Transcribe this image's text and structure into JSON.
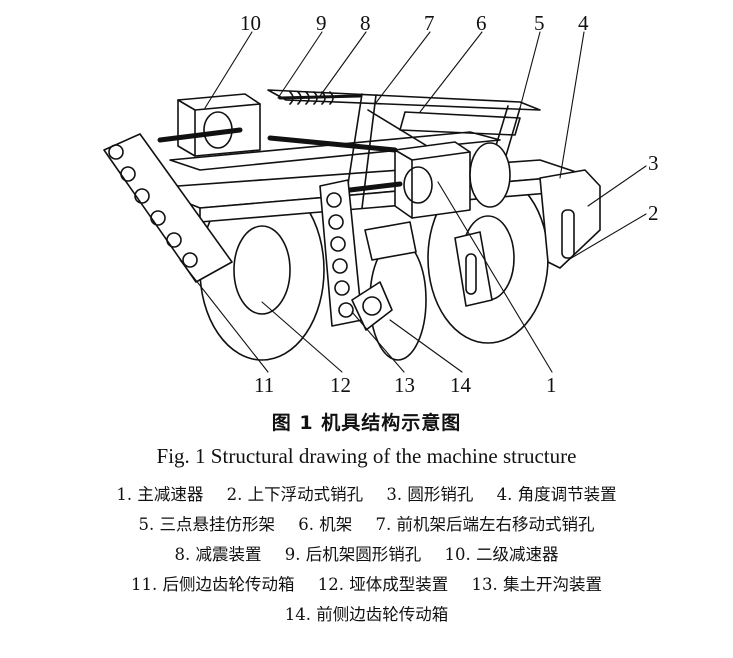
{
  "figure": {
    "callouts": [
      "10",
      "9",
      "8",
      "7",
      "6",
      "5",
      "4",
      "3",
      "2",
      "11",
      "12",
      "13",
      "14",
      "1"
    ]
  },
  "caption": {
    "cn": "图 1   机具结构示意图",
    "en": "Fig. 1   Structural drawing of the machine structure"
  },
  "legend": {
    "items": [
      "1. 主减速器",
      "2. 上下浮动式销孔",
      "3. 圆形销孔",
      "4. 角度调节装置",
      "5. 三点悬挂仿形架",
      "6. 机架",
      "7. 前机架后端左右移动式销孔",
      "8. 减震装置",
      "9. 后机架圆形销孔",
      "10. 二级减速器",
      "11. 后侧边齿轮传动箱",
      "12. 垭体成型装置",
      "13. 集土开沟装置",
      "14. 前侧边齿轮传动箱"
    ]
  }
}
